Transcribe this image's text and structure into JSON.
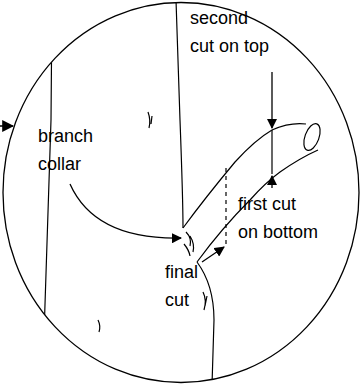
{
  "diagram": {
    "labels": [
      "second cut on top",
      "branch collar",
      "first cut on bottom",
      "final cut"
    ]
  }
}
